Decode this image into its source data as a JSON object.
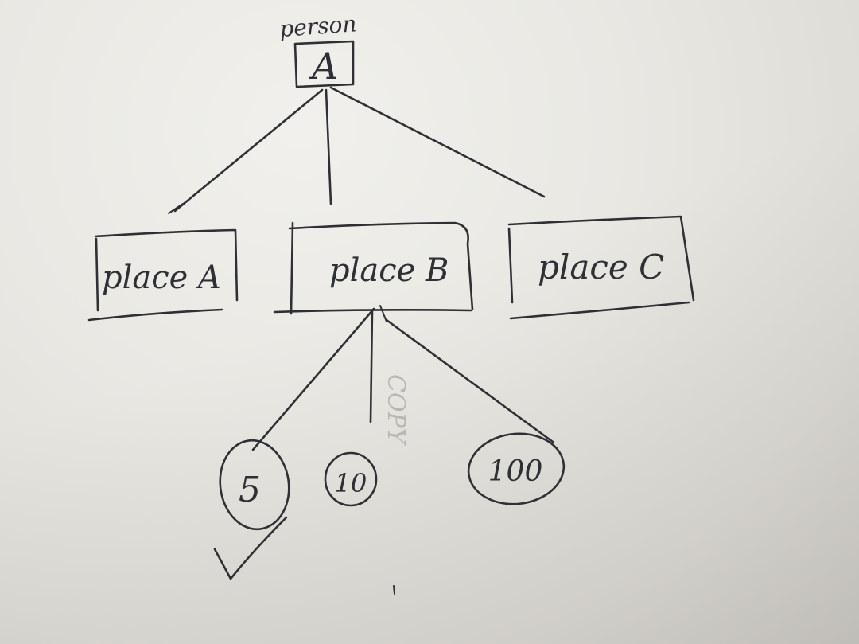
{
  "root": {
    "caption": "person",
    "label": "A"
  },
  "places": [
    {
      "label": "place A"
    },
    {
      "label": "place B"
    },
    {
      "label": "place C"
    }
  ],
  "values": [
    {
      "label": "5",
      "selected": true
    },
    {
      "label": "10",
      "selected": false
    },
    {
      "label": "100",
      "selected": false
    }
  ],
  "ink_color": "#2f3036",
  "bleed_through_text": "COPY"
}
